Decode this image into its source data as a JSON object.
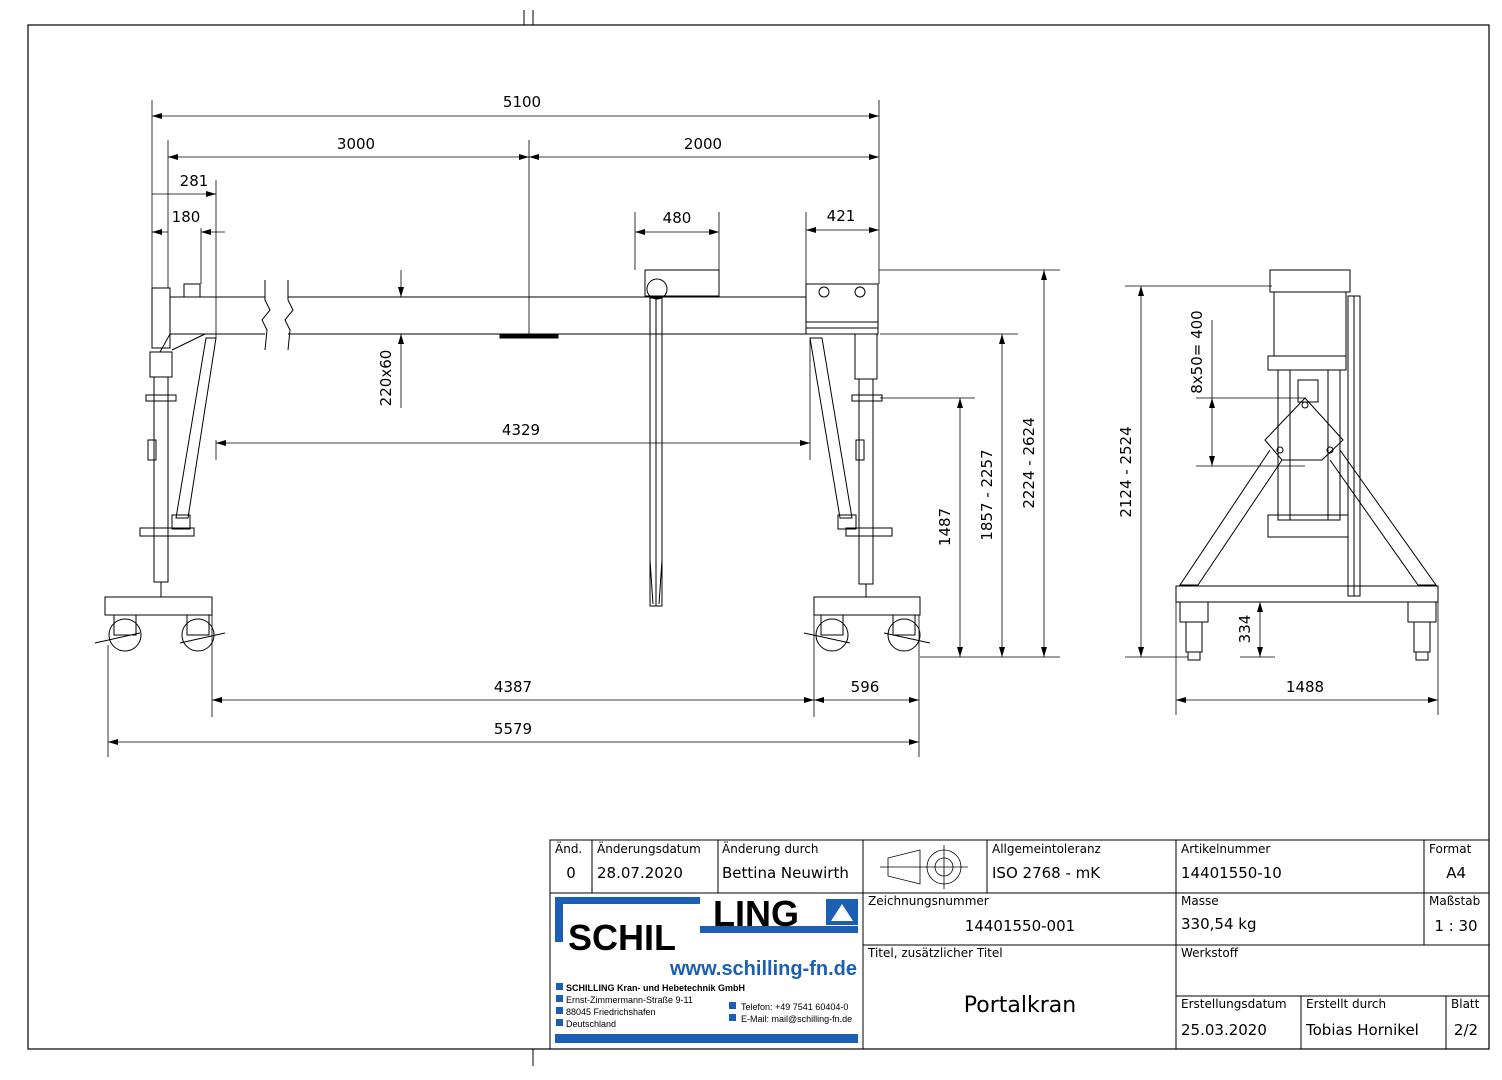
{
  "dimensions": {
    "front": {
      "span_total": "5100",
      "span_left": "3000",
      "span_right": "2000",
      "offset_281": "281",
      "offset_180": "180",
      "trolley_480": "480",
      "offset_421": "421",
      "beam_profile": "220x60",
      "inner_width": "4329",
      "height_1487": "1487",
      "height_range_1": "1857 - 2257",
      "height_range_2": "2224 - 2624",
      "base_4387": "4387",
      "base_596": "596",
      "base_total": "5579"
    },
    "side": {
      "height_range": "2124 - 2524",
      "hole_pattern": "8x50= 400",
      "wheel_height": "334",
      "base_width": "1488"
    }
  },
  "title_block": {
    "rev_header": "Änd.",
    "rev_value": "0",
    "change_date_header": "Änderungsdatum",
    "change_date_value": "28.07.2020",
    "change_by_header": "Änderung durch",
    "change_by_value": "Bettina Neuwirth",
    "tolerance_header": "Allgemeintoleranz",
    "tolerance_value": "ISO 2768 - mK",
    "article_header": "Artikelnummer",
    "article_value": "14401550-10",
    "format_header": "Format",
    "format_value": "A4",
    "drawing_no_header": "Zeichnungsnummer",
    "drawing_no_value": "14401550-001",
    "mass_header": "Masse",
    "mass_value": "330,54 kg",
    "scale_header": "Maßstab",
    "scale_value": "1 : 30",
    "title_header": "Titel, zusätzlicher Titel",
    "title_value": "Portalkran",
    "material_header": "Werkstoff",
    "created_date_header": "Erstellungsdatum",
    "created_date_value": "25.03.2020",
    "created_by_header": "Erstellt durch",
    "created_by_value": "Tobias Hornikel",
    "sheet_header": "Blatt",
    "sheet_value": "2/2"
  },
  "company": {
    "logo_left": "SCHIL",
    "logo_right": "LING",
    "website": "www.schilling-fn.de",
    "name": "SCHILLING Kran- und Hebetechnik GmbH",
    "street": "Ernst-Zimmermann-Straße 9-11",
    "city": "88045 Friedrichshafen",
    "country": "Deutschland",
    "phone": "Telefon: +49 7541 60404-0",
    "email": "E-Mail: mail@schilling-fn.de",
    "brand_color": "#1a5fb4"
  }
}
